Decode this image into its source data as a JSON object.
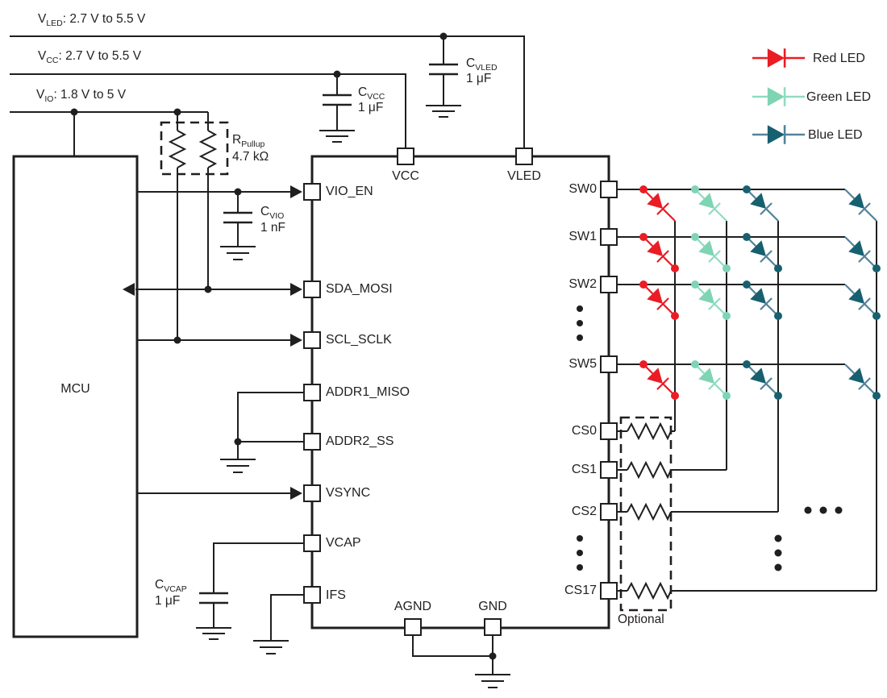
{
  "rails": {
    "vled": {
      "sym": "V",
      "sub": "LED",
      "rest": ": 2.7 V to 5.5 V"
    },
    "vcc": {
      "sym": "V",
      "sub": "CC",
      "rest": ": 2.7 V to 5.5 V"
    },
    "vio": {
      "sym": "V",
      "sub": "IO",
      "rest": ": 1.8 V to 5 V"
    }
  },
  "components": {
    "c_vled": {
      "sym": "C",
      "sub": "VLED",
      "value": "1 μF"
    },
    "c_vcc": {
      "sym": "C",
      "sub": "VCC",
      "value": "1 μF"
    },
    "c_vio": {
      "sym": "C",
      "sub": "VIO",
      "value": "1 nF"
    },
    "c_vcap": {
      "sym": "C",
      "sub": "VCAP",
      "value": "1 μF"
    },
    "r_pullup": {
      "sym": "R",
      "sub": "Pullup",
      "value": "4.7 kΩ"
    }
  },
  "mcu": {
    "label": "MCU"
  },
  "ic": {
    "left_pins": [
      "VIO_EN",
      "SDA_MOSI",
      "SCL_SCLK",
      "ADDR1_MISO",
      "ADDR2_SS",
      "VSYNC",
      "VCAP",
      "IFS"
    ],
    "top_pins": [
      "VCC",
      "VLED"
    ],
    "bottom_pins": [
      "AGND",
      "GND"
    ],
    "sw_pins": [
      "SW0",
      "SW1",
      "SW2",
      "SW5"
    ],
    "cs_pins": [
      "CS0",
      "CS1",
      "CS2",
      "CS17"
    ]
  },
  "optional_label": "Optional",
  "legend": {
    "items": [
      {
        "label": "Red LED",
        "color": "#ea1c24"
      },
      {
        "label": "Green LED",
        "color": "#7fd4b4"
      },
      {
        "label": "Blue LED",
        "color": "#17606f"
      }
    ]
  },
  "colors": {
    "wire": "#1f1f1f",
    "ink": "#231f20",
    "red": "#ea1c24",
    "green": "#7fd4b4",
    "green_wire": "#8fdcc0",
    "blue": "#17606f",
    "blue_wire": "#53839a"
  }
}
